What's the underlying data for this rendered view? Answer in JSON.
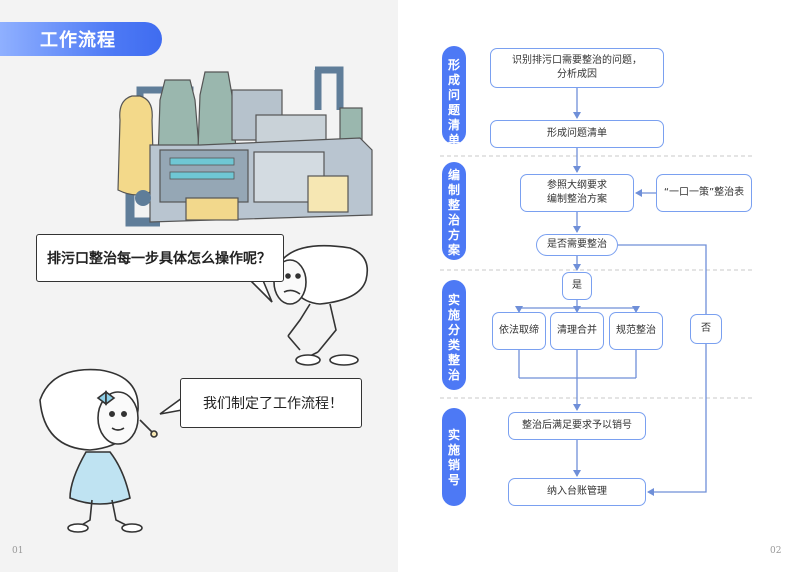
{
  "left_page": {
    "title": "工作流程",
    "bubble_question": "排污口整治每一步具体怎么操作呢？",
    "bubble_answer": "我们制定了工作流程！",
    "page_number": "01"
  },
  "right_page": {
    "page_number": "02",
    "stages": [
      "形成问题清单",
      "编制整治方案",
      "实施分类整治",
      "实施销号"
    ],
    "nodes": {
      "identify": "识别排污口需要整治的问题，\n分析成因",
      "form_list": "形成问题清单",
      "prepare_plan": "参照大纲要求\n编制整治方案",
      "one_policy_table": "“一口一策”整治表",
      "decision": "是否需要整治",
      "yes": "是",
      "no": "否",
      "ban": "依法取缔",
      "merge": "清理合并",
      "standardize": "规范整治",
      "cancel": "整治后满足要求予以销号",
      "ledger": "纳入台账管理"
    }
  },
  "colors": {
    "accent": "#4d79f5",
    "node_border": "#7aa0f0",
    "connector": "#6f8fd8"
  }
}
